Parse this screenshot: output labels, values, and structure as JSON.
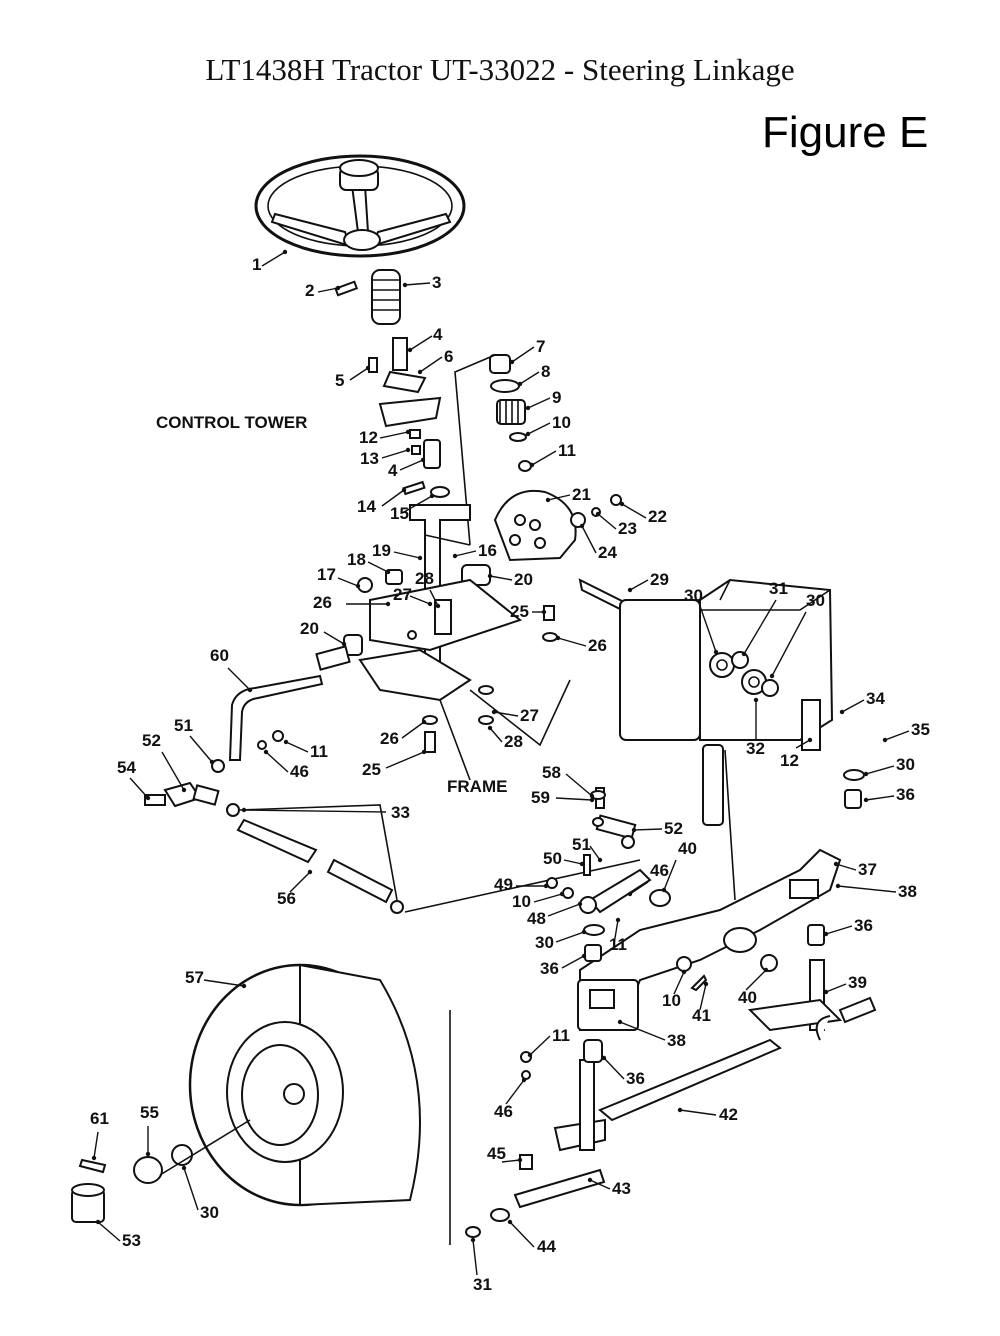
{
  "title": "LT1438H Tractor UT-33022 - Steering Linkage",
  "figure": "Figure E",
  "callouts": {
    "control_tower": "CONTROL TOWER",
    "frame": "FRAME"
  },
  "parts": [
    {
      "id": "p1",
      "t": "1"
    },
    {
      "id": "p2",
      "t": "2"
    },
    {
      "id": "p3",
      "t": "3"
    },
    {
      "id": "p4a",
      "t": "4"
    },
    {
      "id": "p4b",
      "t": "4"
    },
    {
      "id": "p5",
      "t": "5"
    },
    {
      "id": "p6",
      "t": "6"
    },
    {
      "id": "p7",
      "t": "7"
    },
    {
      "id": "p8",
      "t": "8"
    },
    {
      "id": "p9",
      "t": "9"
    },
    {
      "id": "p10a",
      "t": "10"
    },
    {
      "id": "p11a",
      "t": "11"
    },
    {
      "id": "p12a",
      "t": "12"
    },
    {
      "id": "p13",
      "t": "13"
    },
    {
      "id": "p14",
      "t": "14"
    },
    {
      "id": "p15",
      "t": "15"
    },
    {
      "id": "p16",
      "t": "16"
    },
    {
      "id": "p17",
      "t": "17"
    },
    {
      "id": "p18",
      "t": "18"
    },
    {
      "id": "p19",
      "t": "19"
    },
    {
      "id": "p20a",
      "t": "20"
    },
    {
      "id": "p20b",
      "t": "20"
    },
    {
      "id": "p21",
      "t": "21"
    },
    {
      "id": "p22",
      "t": "22"
    },
    {
      "id": "p23",
      "t": "23"
    },
    {
      "id": "p24",
      "t": "24"
    },
    {
      "id": "p25a",
      "t": "25"
    },
    {
      "id": "p25b",
      "t": "25"
    },
    {
      "id": "p26a",
      "t": "26"
    },
    {
      "id": "p26b",
      "t": "26"
    },
    {
      "id": "p26c",
      "t": "26"
    },
    {
      "id": "p27a",
      "t": "27"
    },
    {
      "id": "p27b",
      "t": "27"
    },
    {
      "id": "p28a",
      "t": "28"
    },
    {
      "id": "p28b",
      "t": "28"
    },
    {
      "id": "p29",
      "t": "29"
    },
    {
      "id": "p30a",
      "t": "30"
    },
    {
      "id": "p31a",
      "t": "31"
    },
    {
      "id": "p30b",
      "t": "30"
    },
    {
      "id": "p34",
      "t": "34"
    },
    {
      "id": "p35",
      "t": "35"
    },
    {
      "id": "p30c",
      "t": "30"
    },
    {
      "id": "p36a",
      "t": "36"
    },
    {
      "id": "p32",
      "t": "32"
    },
    {
      "id": "p12b",
      "t": "12"
    },
    {
      "id": "p60",
      "t": "60"
    },
    {
      "id": "p51a",
      "t": "51"
    },
    {
      "id": "p52a",
      "t": "52"
    },
    {
      "id": "p11b",
      "t": "11"
    },
    {
      "id": "p46a",
      "t": "46"
    },
    {
      "id": "p54",
      "t": "54"
    },
    {
      "id": "p58",
      "t": "58"
    },
    {
      "id": "p59",
      "t": "59"
    },
    {
      "id": "p33",
      "t": "33"
    },
    {
      "id": "p56",
      "t": "56"
    },
    {
      "id": "p52b",
      "t": "52"
    },
    {
      "id": "p51b",
      "t": "51"
    },
    {
      "id": "p40a",
      "t": "40"
    },
    {
      "id": "p50",
      "t": "50"
    },
    {
      "id": "p46b",
      "t": "46"
    },
    {
      "id": "p49",
      "t": "49"
    },
    {
      "id": "p10b",
      "t": "10"
    },
    {
      "id": "p48",
      "t": "48"
    },
    {
      "id": "p30d",
      "t": "30"
    },
    {
      "id": "p11c",
      "t": "11"
    },
    {
      "id": "p36b",
      "t": "36"
    },
    {
      "id": "p37",
      "t": "37"
    },
    {
      "id": "p38a",
      "t": "38"
    },
    {
      "id": "p36c",
      "t": "36"
    },
    {
      "id": "p39",
      "t": "39"
    },
    {
      "id": "p10c",
      "t": "10"
    },
    {
      "id": "p41",
      "t": "41"
    },
    {
      "id": "p40b",
      "t": "40"
    },
    {
      "id": "p38b",
      "t": "38"
    },
    {
      "id": "p57",
      "t": "57"
    },
    {
      "id": "p11d",
      "t": "11"
    },
    {
      "id": "p36d",
      "t": "36"
    },
    {
      "id": "p46c",
      "t": "46"
    },
    {
      "id": "p42",
      "t": "42"
    },
    {
      "id": "p61",
      "t": "61"
    },
    {
      "id": "p55",
      "t": "55"
    },
    {
      "id": "p45",
      "t": "45"
    },
    {
      "id": "p43",
      "t": "43"
    },
    {
      "id": "p30e",
      "t": "30"
    },
    {
      "id": "p53",
      "t": "53"
    },
    {
      "id": "p44",
      "t": "44"
    },
    {
      "id": "p31b",
      "t": "31"
    }
  ]
}
